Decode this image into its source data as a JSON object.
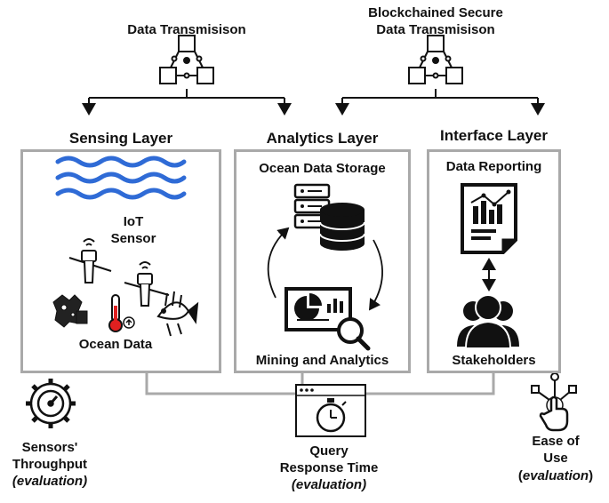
{
  "top": {
    "left_title": "Data Transmisison",
    "right_title_line1": "Blockchained Secure",
    "right_title_line2": "Data Transmisison"
  },
  "layers": {
    "sensing": {
      "title": "Sensing Layer",
      "iot_line1": "IoT",
      "iot_line2": "Sensor",
      "ocean_data": "Ocean Data"
    },
    "analytics": {
      "title": "Analytics Layer",
      "storage": "Ocean Data Storage",
      "mining": "Mining and Analytics"
    },
    "interface": {
      "title": "Interface Layer",
      "reporting": "Data Reporting",
      "stakeholders": "Stakeholders"
    }
  },
  "evaluation": {
    "sensors_line1": "Sensors'",
    "sensors_line2": "Throughput",
    "sensors_line3": "(evaluation)",
    "query_line1": "Query",
    "query_line2": "Response Time",
    "query_line3": "(evaluation)",
    "ease_line1": "Ease of",
    "ease_line2": "Use",
    "ease_line3_prefix": "(",
    "ease_line3_word": "evaluation",
    "ease_line3_suffix": ")"
  },
  "icons": {
    "blockchain": "blockchain-icon",
    "waves": "waves-icon",
    "sensor": "iot-sensor-icon",
    "coral": "coral-icon",
    "thermometer": "thermometer-icon",
    "fish": "fish-icon",
    "database": "database-server-icon",
    "analytics": "analytics-monitor-icon",
    "report": "report-document-icon",
    "people": "stakeholders-icon",
    "gear": "gauge-gear-icon",
    "stopwatch": "stopwatch-icon",
    "touch": "touch-hand-icon"
  },
  "colors": {
    "box_border": "#a9a9a9",
    "wave_blue": "#2f6bd6",
    "thermo_red": "#e02020",
    "icon_dark": "#111111"
  }
}
